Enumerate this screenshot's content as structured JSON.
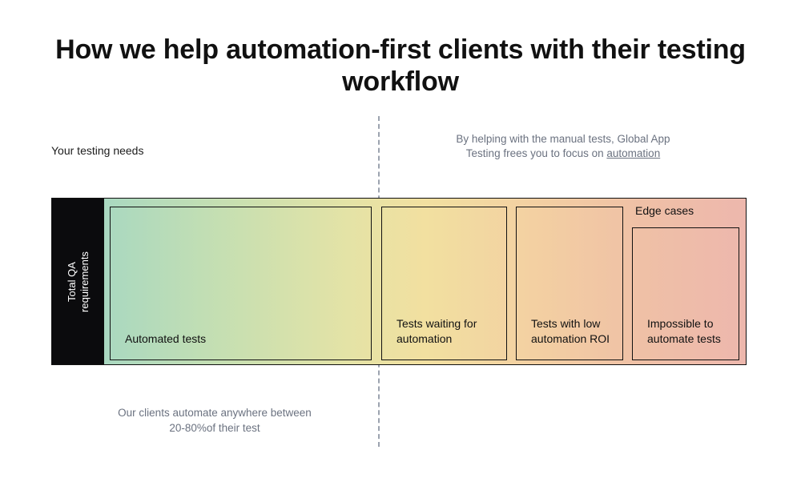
{
  "title": {
    "part1": "How we help ",
    "emphasis": "automation-first",
    "part2": " clients with their testing workflow"
  },
  "labels": {
    "testing_needs": "Your testing needs",
    "axis_line1": "Total QA",
    "axis_line2": "requirements",
    "edge_cases": "Edge cases"
  },
  "right_note": {
    "line1": "By helping with the manual tests, Global App",
    "line2_prefix": "Testing frees you to focus on ",
    "link": "automation"
  },
  "bottom_note": {
    "line1": "Our clients automate anywhere between",
    "line2": "20-80%of their test"
  },
  "segments": [
    {
      "id": "automated-tests",
      "label": "Automated tests"
    },
    {
      "id": "tests-waiting",
      "label": "Tests waiting for\nautomation"
    },
    {
      "id": "low-roi",
      "label": "Tests with low\nautomation ROI"
    },
    {
      "id": "impossible",
      "label": "Impossible to\nautomate tests"
    }
  ],
  "colors": {
    "axis_bar": "#0b0b0d",
    "gradient_start": "#a9d8c0",
    "gradient_mid": "#f2e0a0",
    "gradient_end": "#edb7ad",
    "muted_text": "#6b7280",
    "primary_text": "#111111",
    "divider": "#9ca3af"
  }
}
